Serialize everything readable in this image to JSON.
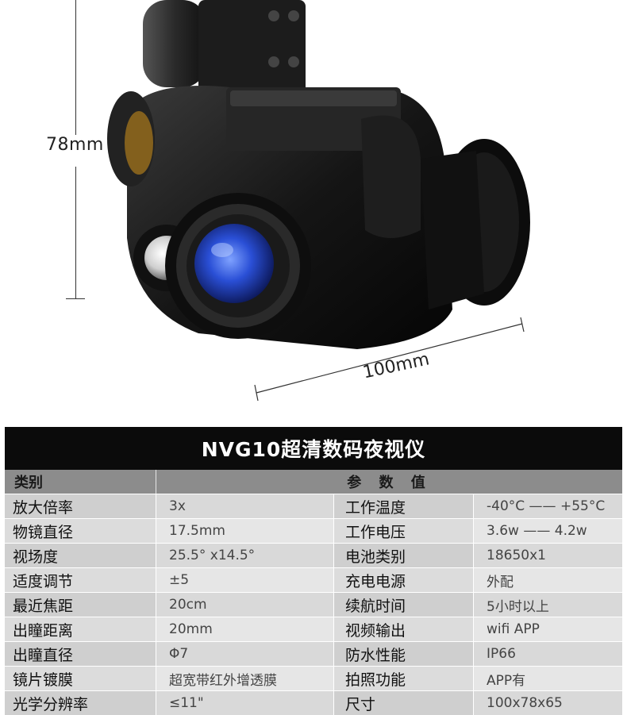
{
  "dimensions": {
    "height_label": "78mm",
    "width_label": "100mm"
  },
  "table": {
    "title": "NVG10超清数码夜视仪",
    "header_category": "类别",
    "header_value": "参 数 值",
    "rows": [
      {
        "k1": "放大倍率",
        "v1": "3x",
        "k2": "工作温度",
        "v2": "-40°C —— +55°C"
      },
      {
        "k1": "物镜直径",
        "v1": "17.5mm",
        "k2": "工作电压",
        "v2": "3.6w —— 4.2w"
      },
      {
        "k1": "视场度",
        "v1": "25.5°    x14.5°",
        "k2": "电池类别",
        "v2": "18650x1"
      },
      {
        "k1": "适度调节",
        "v1": "±5",
        "k2": "充电电源",
        "v2": "外配"
      },
      {
        "k1": "最近焦距",
        "v1": "20cm",
        "k2": "续航时间",
        "v2": "5小时以上"
      },
      {
        "k1": "出瞳距离",
        "v1": "20mm",
        "k2": "视频输出",
        "v2": "wifi APP"
      },
      {
        "k1": "出瞳直径",
        "v1": "Φ7",
        "k2": "防水性能",
        "v2": "IP66"
      },
      {
        "k1": "镜片镀膜",
        "v1": "超宽带红外增透膜",
        "k2": "拍照功能",
        "v2": "APP有"
      },
      {
        "k1": "光学分辨率",
        "v1": "≤11\"",
        "k2": "尺寸",
        "v2": "100x78x65"
      }
    ]
  },
  "colors": {
    "title_bg": "#0b0b0b",
    "header_bg": "#8c8c8c",
    "lens_blue": "#2a4fd6"
  }
}
